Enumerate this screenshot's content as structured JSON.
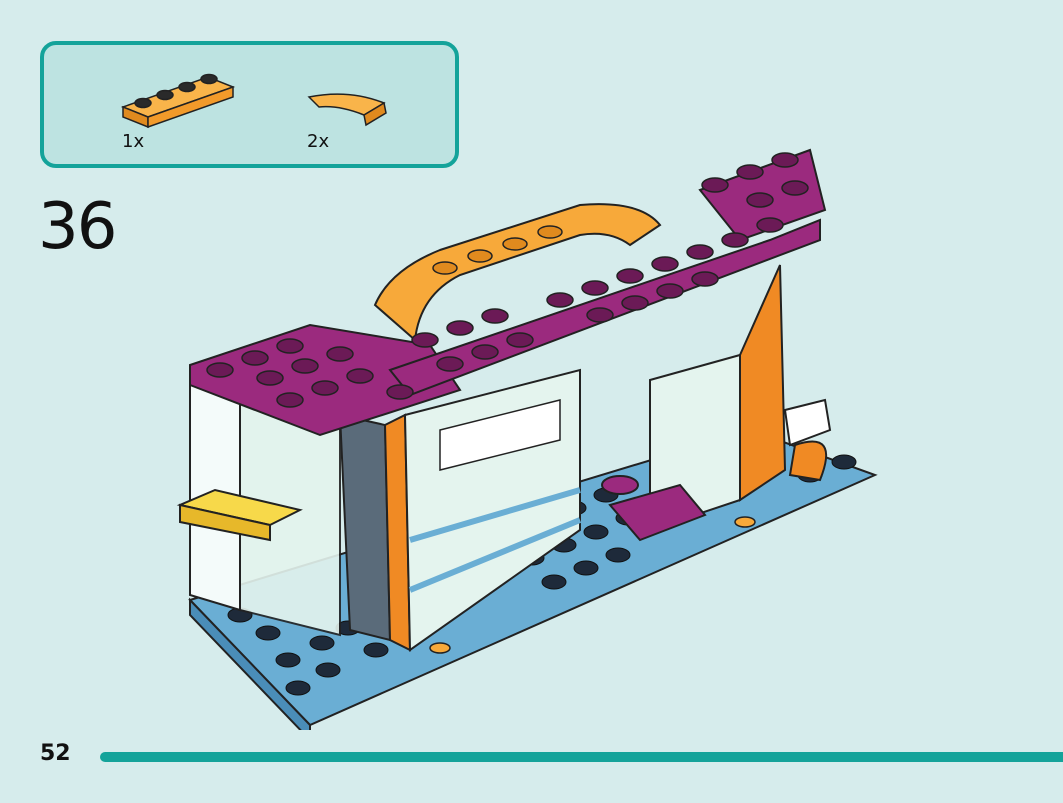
{
  "parts_callout": {
    "items": [
      {
        "part": "orange-1x4-plate",
        "color": "#f7a93a",
        "quantity": "1x"
      },
      {
        "part": "orange-curved-tile",
        "color": "#f7a93a",
        "quantity": "2x"
      }
    ]
  },
  "step": {
    "number": "36"
  },
  "page": {
    "number": "52"
  },
  "colors": {
    "background": "#d6ecec",
    "accent": "#14a39a",
    "magenta": "#9b2a7e",
    "orange": "#f7a93a",
    "dark_orange": "#f08a24",
    "blue": "#6aaed4",
    "mint": "#e4f4ee"
  }
}
